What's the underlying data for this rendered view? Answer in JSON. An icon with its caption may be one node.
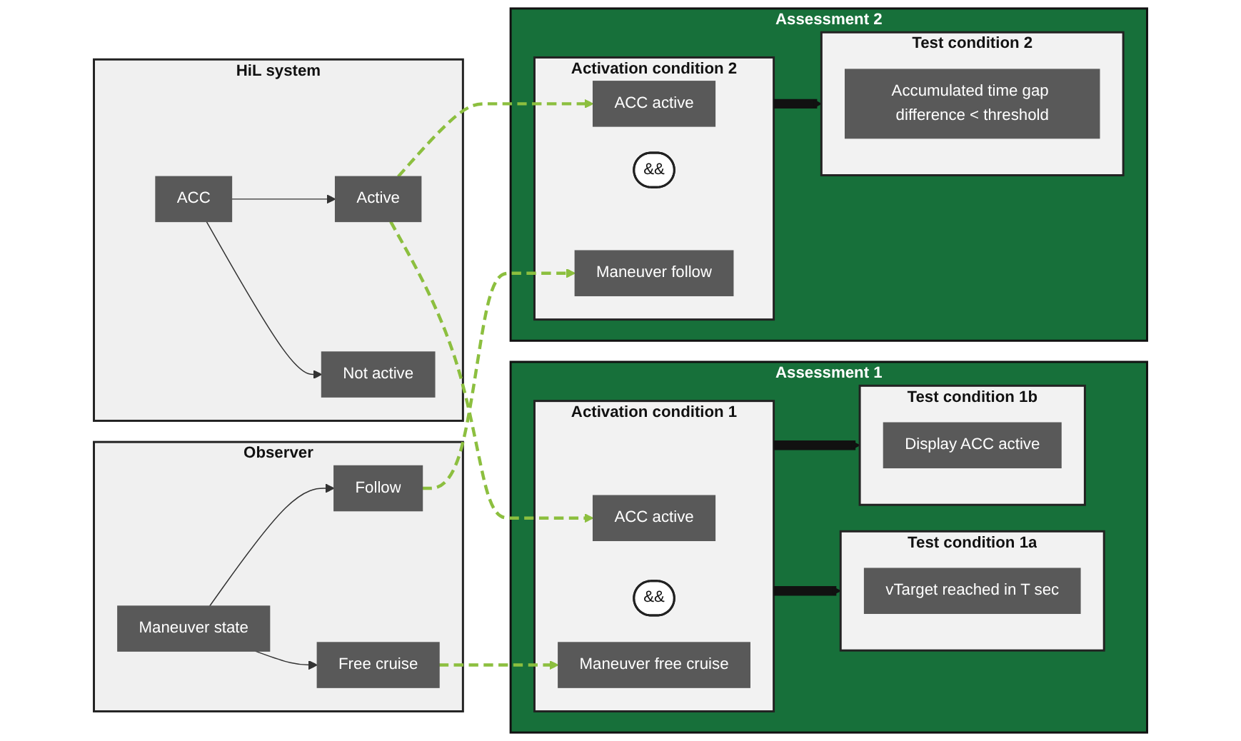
{
  "diagram": {
    "nodes": [
      {
        "text": [
          "HiL system"
        ]
      },
      {
        "text": [
          "ACC"
        ],
        "in": 0
      },
      {
        "text": [
          "Active"
        ],
        "in": 0
      },
      {
        "text": [
          "Not active"
        ],
        "in": 0
      },
      {
        "text": [
          "Assessment 1"
        ]
      },
      {
        "text": [
          "Activation condition 1"
        ],
        "in": 4
      },
      {
        "text": [
          "ACC active"
        ],
        "in": 5
      },
      {
        "text": [
          "&&"
        ],
        "in": 5
      },
      {
        "text": [
          "Maneuver free cruise"
        ],
        "in": 5
      },
      {
        "text": [
          "Test condition 1a"
        ],
        "in": 4
      },
      {
        "text": [
          "vTarget reached in T sec"
        ],
        "in": 9
      },
      {
        "text": [
          "Test condition 1b"
        ],
        "in": 4
      },
      {
        "text": [
          "Display ACC active"
        ],
        "in": 11
      },
      {
        "text": [
          "Observer"
        ]
      },
      {
        "text": [
          "Maneuver state"
        ],
        "in": 13
      },
      {
        "text": [
          "Free cruise"
        ],
        "in": 13
      },
      {
        "text": [
          "Follow"
        ],
        "in": 13
      },
      {
        "text": [
          "Assessment 2"
        ]
      },
      {
        "text": [
          "Activation condition 2"
        ],
        "in": 17
      },
      {
        "text": [
          "ACC active"
        ],
        "in": 18
      },
      {
        "text": [
          "&&"
        ],
        "in": 18
      },
      {
        "text": [
          "Maneuver follow"
        ],
        "in": 18
      },
      {
        "text": [
          "Test condition 2"
        ],
        "in": 17
      },
      {
        "text": [
          "Accumulated time gap difference < threshold"
        ],
        "in": 22
      }
    ],
    "edges": [
      {
        "from": 1,
        "to": 2,
        "arrow": "to"
      },
      {
        "from": 1,
        "to": 3,
        "arrow": "to"
      },
      {
        "from": 2,
        "to": 6,
        "arrow": "to",
        "style": "dashed",
        "color": "#8cbf3f"
      },
      {
        "from": 2,
        "to": 19,
        "arrow": "to",
        "style": "dashed",
        "color": "#8cbf3f"
      },
      {
        "from": 5,
        "to": 9,
        "arrow": "to",
        "style": "thick"
      },
      {
        "from": 5,
        "to": 11,
        "arrow": "to",
        "style": "thick"
      },
      {
        "from": 14,
        "to": 15,
        "arrow": "to"
      },
      {
        "from": 14,
        "to": 16,
        "arrow": "to"
      },
      {
        "from": 15,
        "to": 8,
        "arrow": "to",
        "style": "dashed",
        "color": "#8cbf3f"
      },
      {
        "from": 16,
        "to": 21,
        "arrow": "to",
        "style": "dashed",
        "color": "#8cbf3f"
      },
      {
        "from": 18,
        "to": 22,
        "arrow": "to",
        "style": "thick"
      }
    ]
  }
}
